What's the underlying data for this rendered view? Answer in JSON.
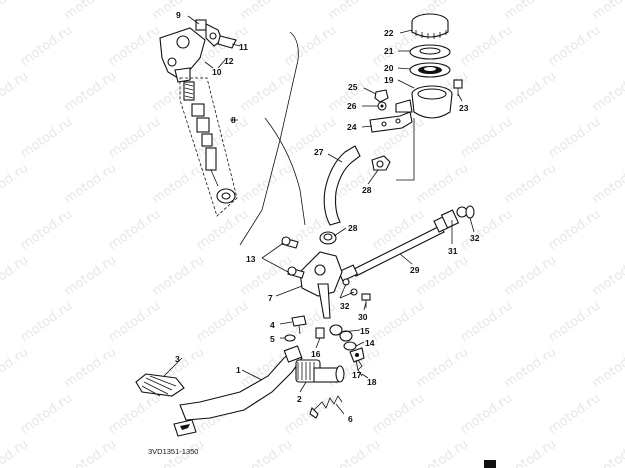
{
  "watermark": "motod.ru",
  "diagram_code": "3VD1351-1350",
  "callouts": {
    "c1": "1",
    "c2": "2",
    "c3": "3",
    "c4": "4",
    "c5": "5",
    "c6": "6",
    "c7": "7",
    "c8": "8",
    "c9": "9",
    "c10": "10",
    "c11": "11",
    "c12": "12",
    "c13": "13",
    "c14": "14",
    "c15": "15",
    "c16": "16",
    "c17": "17",
    "c18": "18",
    "c19": "19",
    "c20": "20",
    "c21": "21",
    "c22": "22",
    "c23": "23",
    "c24": "24",
    "c25": "25",
    "c26": "26",
    "c27": "27",
    "c28a": "28",
    "c28b": "28",
    "c29": "29",
    "c30": "30",
    "c31": "31",
    "c32a": "32",
    "c32b": "32"
  }
}
